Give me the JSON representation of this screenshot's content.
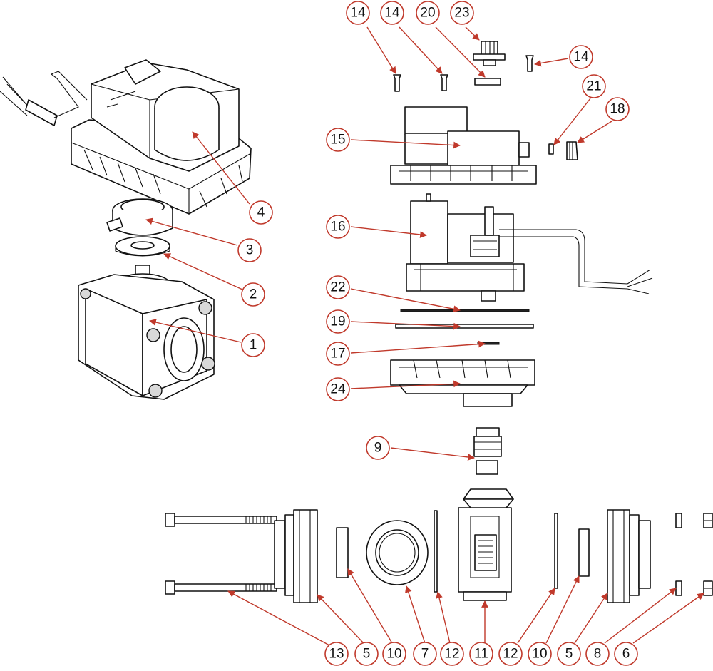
{
  "diagram": {
    "callouts": [
      {
        "id": "c14a",
        "label": "14"
      },
      {
        "id": "c14b",
        "label": "14"
      },
      {
        "id": "c20",
        "label": "20"
      },
      {
        "id": "c23",
        "label": "23"
      },
      {
        "id": "c14c",
        "label": "14"
      },
      {
        "id": "c21",
        "label": "21"
      },
      {
        "id": "c18",
        "label": "18"
      },
      {
        "id": "c15",
        "label": "15"
      },
      {
        "id": "c16",
        "label": "16"
      },
      {
        "id": "c22",
        "label": "22"
      },
      {
        "id": "c19",
        "label": "19"
      },
      {
        "id": "c17",
        "label": "17"
      },
      {
        "id": "c24",
        "label": "24"
      },
      {
        "id": "c9",
        "label": "9"
      },
      {
        "id": "c4",
        "label": "4"
      },
      {
        "id": "c3",
        "label": "3"
      },
      {
        "id": "c2",
        "label": "2"
      },
      {
        "id": "c1",
        "label": "1"
      },
      {
        "id": "c13",
        "label": "13"
      },
      {
        "id": "c5a",
        "label": "5"
      },
      {
        "id": "c10a",
        "label": "10"
      },
      {
        "id": "c7",
        "label": "7"
      },
      {
        "id": "c12a",
        "label": "12"
      },
      {
        "id": "c11",
        "label": "11"
      },
      {
        "id": "c12b",
        "label": "12"
      },
      {
        "id": "c10b",
        "label": "10"
      },
      {
        "id": "c5b",
        "label": "5"
      },
      {
        "id": "c8",
        "label": "8"
      },
      {
        "id": "c6",
        "label": "6"
      }
    ],
    "colors": {
      "callout_stroke": "#c0392b",
      "line": "#111111"
    }
  }
}
